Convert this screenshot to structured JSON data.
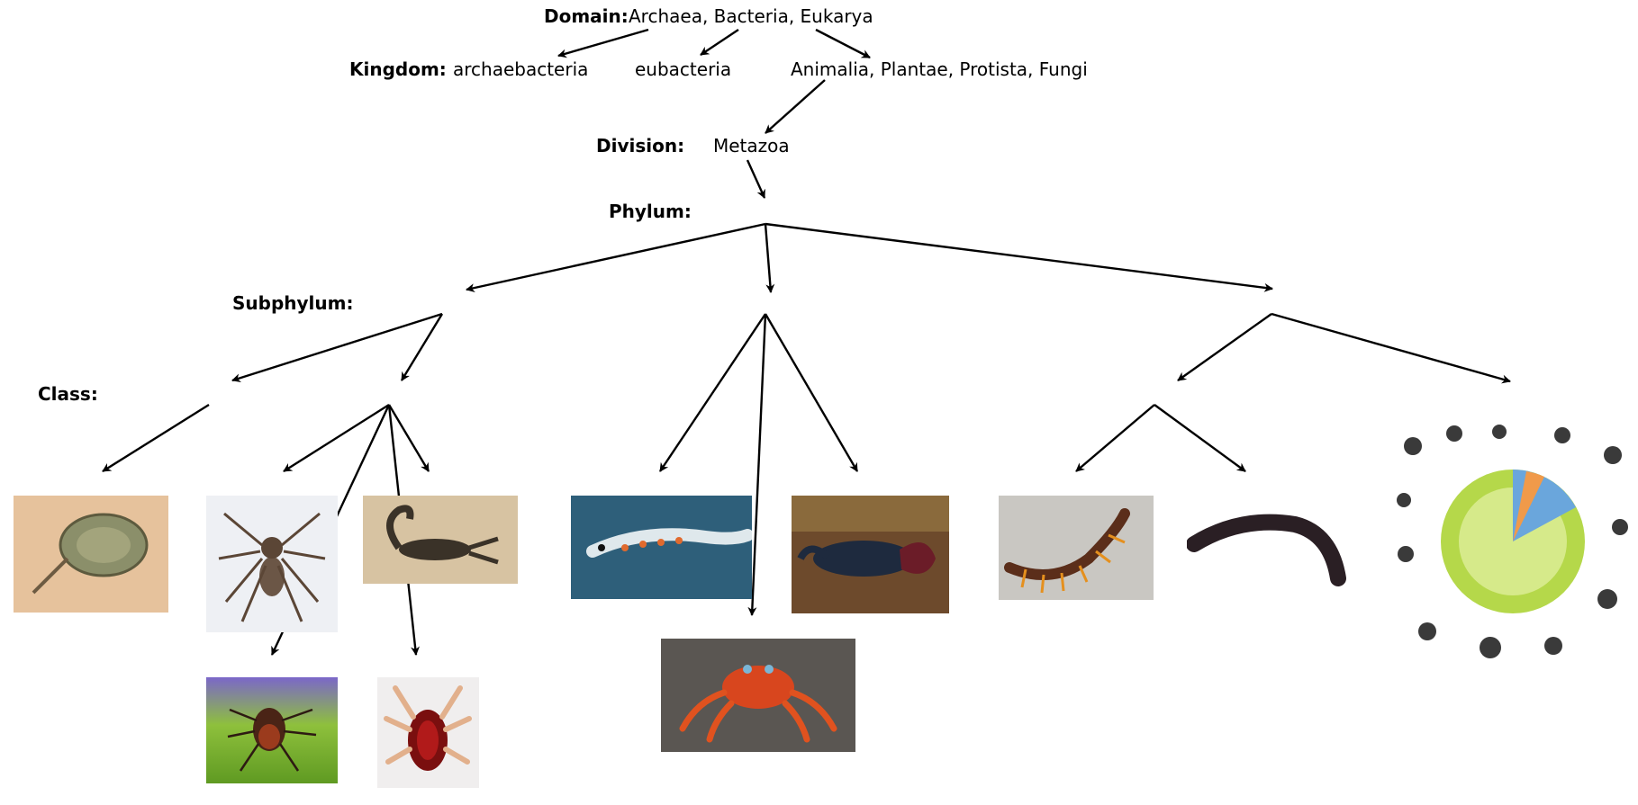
{
  "levels": {
    "domain": "Domain:",
    "kingdom": "Kingdom:",
    "division": "Division:",
    "phylum": "Phylum:",
    "subphylum": "Subphylum:",
    "class": "Class:"
  },
  "values": {
    "domain": "Archaea, Bacteria, Eukarya",
    "kingdom_1": "archaebacteria",
    "kingdom_2": "eubacteria",
    "kingdom_3": "Animalia, Plantae, Protista, Fungi",
    "division": "Metazoa"
  },
  "images": [
    {
      "name": "horseshoe-crab"
    },
    {
      "name": "spider"
    },
    {
      "name": "scorpion"
    },
    {
      "name": "tick"
    },
    {
      "name": "mite"
    },
    {
      "name": "krill"
    },
    {
      "name": "lobster"
    },
    {
      "name": "crab"
    },
    {
      "name": "centipede"
    },
    {
      "name": "millipede"
    },
    {
      "name": "insects"
    }
  ],
  "colors": {
    "sand": "#e8c49a",
    "water": "#2e5f7a",
    "leaf": "#7dbb2c",
    "insect_green": "#b5d84a"
  }
}
